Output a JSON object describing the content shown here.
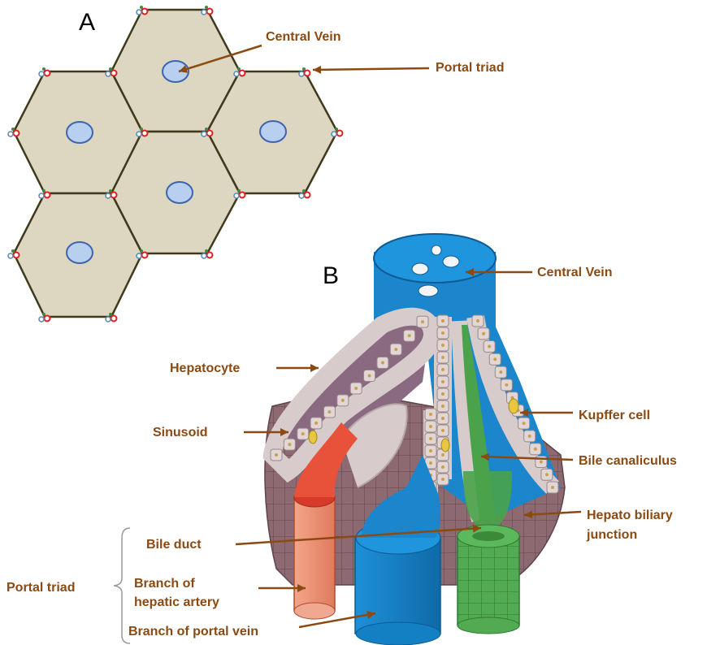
{
  "colors": {
    "label": "#8a4a12",
    "arrow": "#8a4a12",
    "hex_fill": "#ddd6c0",
    "hex_stroke": "#3f3a1c",
    "vein_fill": "#b9cff0",
    "vein_stroke": "#3c64b0",
    "portal_red": "#e01f1f",
    "portal_blue": "#5a86b8",
    "portal_green": "#3c8a3c",
    "central_blue": "#1b86cc",
    "hepatocyte": "#d8cbcb",
    "artery": "#e8513a",
    "bile_green": "#4aa34a",
    "tissue": "#8d6a72"
  },
  "panel_a": {
    "letter": "A",
    "labels": {
      "central_vein": "Central Vein",
      "portal_triad": "Portal triad"
    }
  },
  "panel_b": {
    "letter": "B",
    "labels": {
      "central_vein": "Central Vein",
      "hepatocyte": "Hepatocyte",
      "sinusoid": "Sinusoid",
      "kupffer_cell": "Kupffer cell",
      "bile_canaliculus": "Bile canaliculus",
      "hepato_biliary_1": "Hepato biliary",
      "hepato_biliary_2": "junction",
      "bile_duct": "Bile duct",
      "portal_triad": "Portal triad",
      "hepatic_artery_1": "Branch of",
      "hepatic_artery_2": "hepatic artery",
      "portal_vein": "Branch of portal vein"
    }
  }
}
